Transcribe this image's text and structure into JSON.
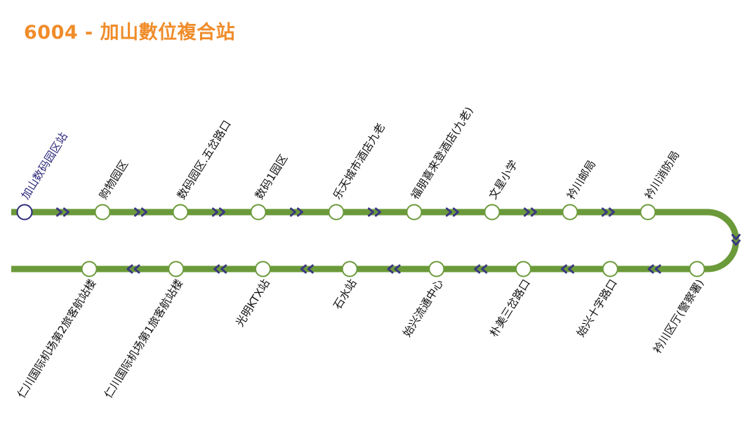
{
  "title": "6004 - 加山數位複合站",
  "colors": {
    "title": "#f08c2a",
    "line": "#6b9a3a",
    "current_stop": "#2e2a7a",
    "arrows": "#3b3880",
    "label": "#111111",
    "stop_fill": "#ffffff"
  },
  "route": {
    "current_stop": "加山数码园区站",
    "outbound_stops": [
      "加山数码园区站",
      "购物园区",
      "数码园区.五岔路口",
      "数码1园区",
      "乐天城市酒店九老",
      "福朋喜来登酒店(九老)",
      "文星小学",
      "衿川邮局",
      "衿川消防局"
    ],
    "return_stops": [
      "衿川区厅(警察署)",
      "始兴十字路口",
      "朴美三岔路口",
      "始兴流通中心",
      "石水站",
      "光明KTX站",
      "仁川国际机场第1旅客航站楼",
      "仁川国际机场第2旅客航站楼"
    ],
    "direction_icon": "double-chevron-icon"
  }
}
